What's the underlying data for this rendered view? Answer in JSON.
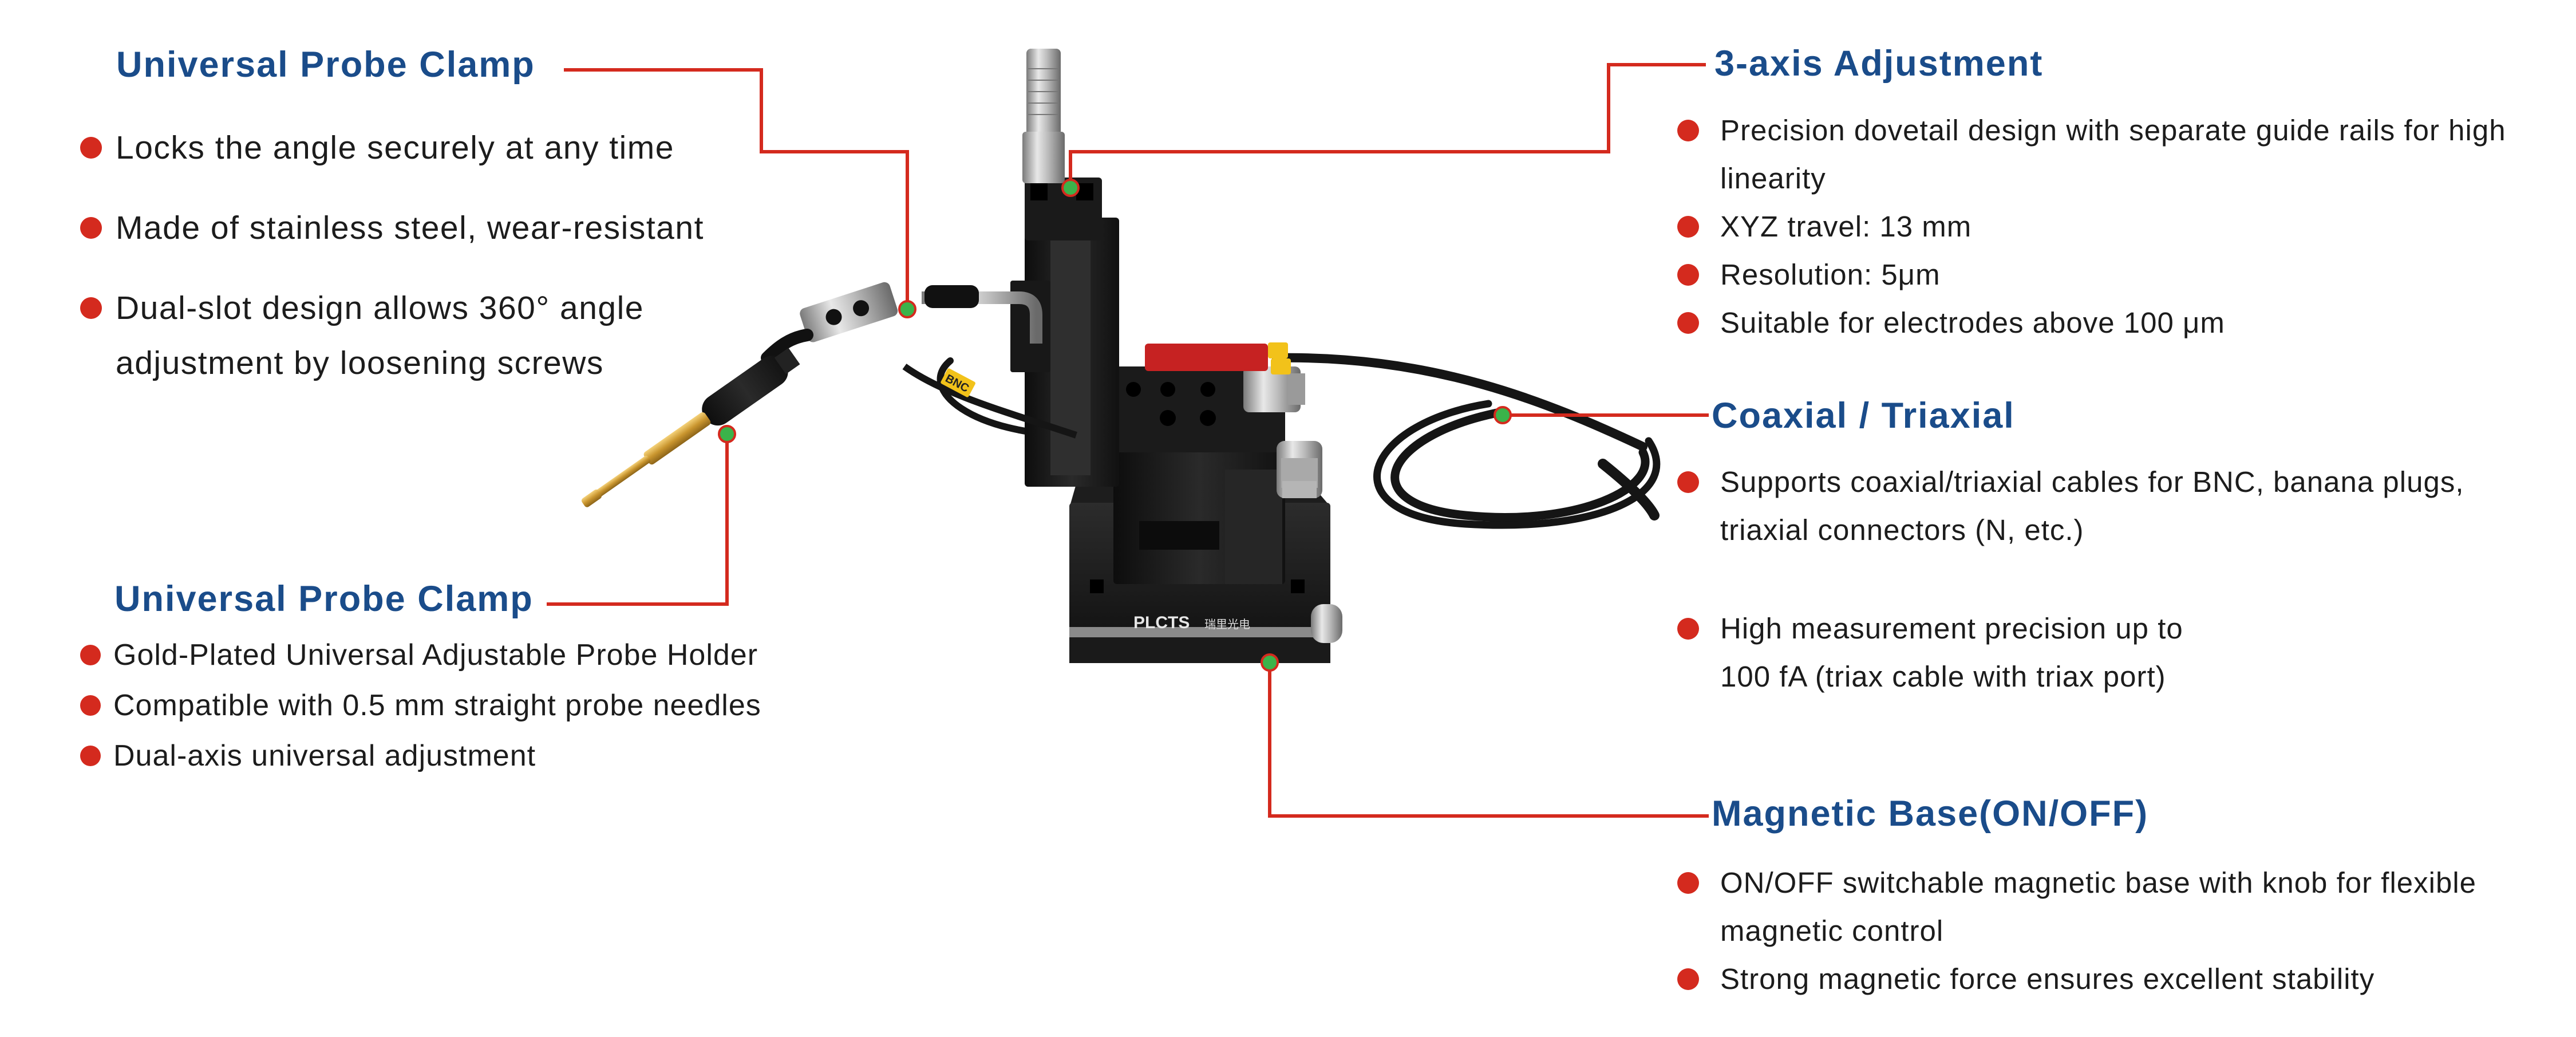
{
  "colors": {
    "heading": "#1a4c8a",
    "bullet": "#d42a1e",
    "leader_line": "#d42a1e",
    "text": "#1c1c1c"
  },
  "sections": {
    "probe_clamp_top": {
      "title": "Universal Probe Clamp",
      "items": [
        "Locks the angle securely at any time",
        "Made of stainless steel, wear-resistant",
        "Dual-slot design allows 360° angle adjustment by loosening screws"
      ]
    },
    "probe_clamp_bottom": {
      "title": "Universal Probe Clamp",
      "items": [
        "Gold-Plated Universal Adjustable Probe Holder",
        "Compatible with 0.5 mm straight probe needles",
        "Dual-axis universal adjustment"
      ]
    },
    "axis_adjustment": {
      "title": "3-axis Adjustment",
      "items": [
        "Precision dovetail design with separate guide rails for high linearity",
        "XYZ travel: 13 mm",
        "Resolution: 5μm",
        "Suitable for electrodes above 100 μm"
      ]
    },
    "coaxial": {
      "title": "Coaxial / Triaxial",
      "items": [
        "Supports coaxial/triaxial cables for BNC, banana plugs, triaxial connectors (N, etc.)",
        "High measurement precision up to 100 fA (triax cable with triax port)"
      ]
    },
    "magnetic_base": {
      "title": "Magnetic Base(ON/OFF)",
      "items": [
        "ON/OFF switchable magnetic base with knob for flexible magnetic control",
        "Strong magnetic force ensures excellent stability"
      ]
    }
  },
  "device": {
    "brand_label": "PLCTS",
    "brand_label_cn": "瑞里光电",
    "cable_tag": "BNC"
  }
}
